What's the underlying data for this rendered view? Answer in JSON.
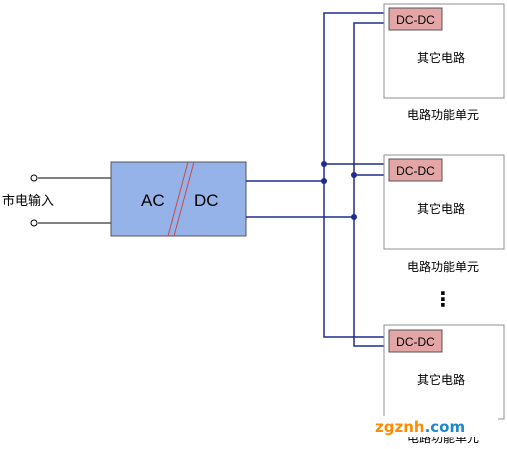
{
  "input_label": "市电输入",
  "converter": {
    "left": "AC",
    "right": "DC"
  },
  "units": [
    {
      "dcdc": "DC-DC",
      "circuit": "其它电路",
      "caption": "电路功能单元"
    },
    {
      "dcdc": "DC-DC",
      "circuit": "其它电路",
      "caption": "电路功能单元"
    },
    {
      "dcdc": "DC-DC",
      "circuit": "其它电路",
      "caption": "电路功能单元"
    }
  ],
  "ellipsis": "⋮",
  "watermark": {
    "part1": "zgznh",
    "part2": ".com"
  },
  "colors": {
    "converter_fill": "#95b3e8",
    "dcdc_fill": "#e3a5a5",
    "bus_line": "#1f2b8f",
    "box_border": "#8f8f8f",
    "watermark_orange": "#ff8c00",
    "watermark_blue": "#1e88c8"
  }
}
